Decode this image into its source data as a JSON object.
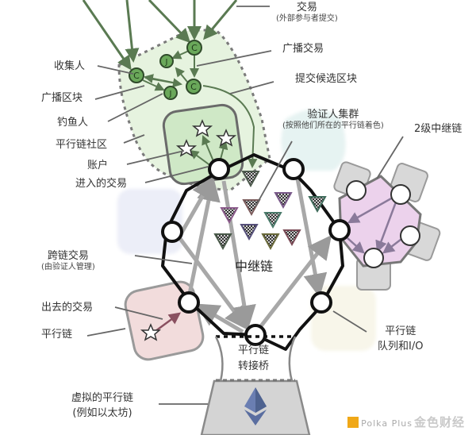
{
  "labels": {
    "transaction": "交易",
    "transaction_sub": "(外部参与者提交)",
    "broadcast_tx": "广播交易",
    "submit_candidate": "提交候选区块",
    "validator_pool": "验证人集群",
    "validator_pool_sub": "(按照他们所在的平行链着色)",
    "second_order_relay": "2级中继链",
    "collator": "收集人",
    "broadcast_block": "广播区块",
    "fisherman": "钓鱼人",
    "parachain_community": "平行链社区",
    "account": "账户",
    "inbound_tx": "进入的交易",
    "relay_chain": "中继链",
    "cross_chain_tx": "跨链交易",
    "cross_chain_tx_sub": "(由验证人管理)",
    "outbound_tx": "出去的交易",
    "parachain": "平行链",
    "parachain_queue_line1": "平行链",
    "parachain_queue_line2": "队列和I/O",
    "bridge_line1": "平行链",
    "bridge_line2": "转接桥",
    "virtual_parachain": "虚拟的平行链",
    "virtual_parachain_sub": "(例如以太坊)"
  },
  "node_letters": {
    "collator": "C",
    "fisherman": "J"
  },
  "watermark": {
    "en": "Polka Plus",
    "cn": "金色财经"
  },
  "colors": {
    "community_green": "#e3f2dc",
    "node_green": "#6aa85a",
    "arrow_green": "#5a7a52",
    "relay_black": "#111111",
    "arrow_gray": "#a8a8a8",
    "pink_parachain": "#f3dede",
    "lavender_relay": "#ecd2ec",
    "eth_gray": "#d4d4d4",
    "eth_blue": "#6276a8"
  },
  "validators": [
    {
      "color": "#4d5a4d"
    },
    {
      "color": "#8a5a8a"
    },
    {
      "color": "#7a5a5a"
    },
    {
      "color": "#3e6a5a"
    },
    {
      "color": "#7a5a8a"
    },
    {
      "color": "#4a7a6a"
    },
    {
      "color": "#56507a"
    },
    {
      "color": "#4a5a4a"
    },
    {
      "color": "#6a6a3a"
    },
    {
      "color": "#7a4a55"
    }
  ]
}
